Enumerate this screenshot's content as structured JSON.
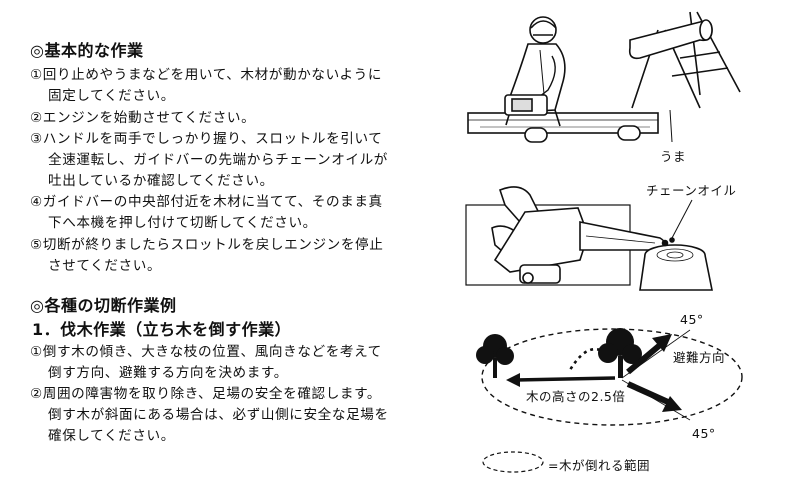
{
  "section1": {
    "heading": "◎基本的な作業",
    "lines": [
      "①回り止めやうまなどを用いて、木材が動かないように",
      "固定してください。",
      "②エンジンを始動させてください。",
      "③ハンドルを両手でしっかり握り、スロットルを引いて",
      "全速運転し、ガイドバーの先端からチェーンオイルが",
      "吐出しているか確認してください。",
      "④ガイドバーの中央部付近を木材に当てて、そのまま真",
      "下へ本機を押し付けて切断してください。",
      "⑤切断が終りましたらスロットルを戻しエンジンを停止",
      "させてください。"
    ]
  },
  "section2": {
    "heading": "◎各種の切断作業例",
    "subheading": "1．伐木作業（立ち木を倒す作業）",
    "lines": [
      "①倒す木の傾き、大きな枝の位置、風向きなどを考えて",
      "倒す方向、避難する方向を決めます。",
      "②周囲の障害物を取り除き、足場の安全を確認します。",
      "倒す木が斜面にある場合は、必ず山側に安全な足場を",
      "確保してください。"
    ]
  },
  "figure_labels": {
    "uma": "うま",
    "chain_oil": "チェーンオイル",
    "angle_top": "45°",
    "angle_bottom": "45°",
    "escape_direction": "避難方向",
    "tree_height": "木の高さの2.5倍",
    "legend": "=木が倒れる範囲"
  }
}
